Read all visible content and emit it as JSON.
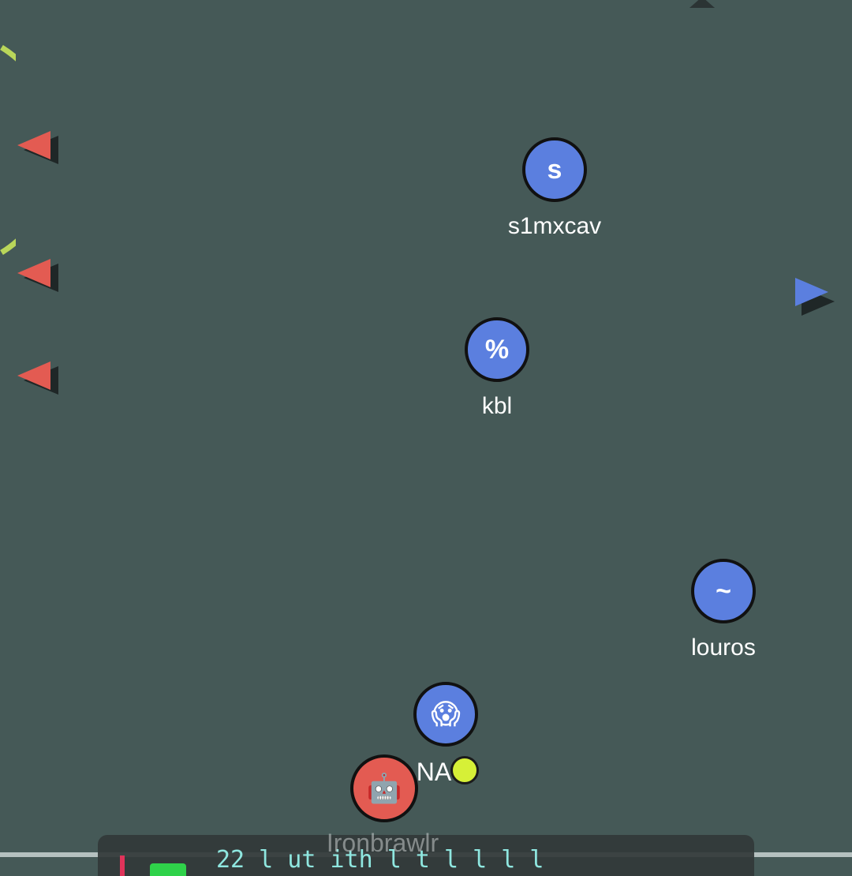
{
  "colors": {
    "field": "#455957",
    "blue_team": "#5b7fdf",
    "red_team": "#e35b52",
    "ball": "#d6f037",
    "goal_arc": "#b9d65a",
    "chat_text": "#8fe7e0"
  },
  "players": [
    {
      "avatar": "s",
      "name": "s1mxcav",
      "team": "blue"
    },
    {
      "avatar": "%",
      "name": "kbl",
      "team": "blue"
    },
    {
      "avatar": "~",
      "name": "louros",
      "team": "blue"
    },
    {
      "avatar": "😱",
      "name": "NA",
      "team": "blue"
    },
    {
      "avatar": "🤖",
      "name": "Ironbrawlr",
      "team": "red"
    }
  ],
  "direction_indicators": [
    {
      "team": "red",
      "icon": "arrow-left-icon"
    },
    {
      "team": "red",
      "icon": "arrow-left-icon"
    },
    {
      "team": "red",
      "icon": "arrow-left-icon"
    },
    {
      "team": "blue",
      "icon": "arrow-right-icon"
    }
  ],
  "chat": {
    "visible_text": "22 l ut ith l t l   l  l   l"
  }
}
